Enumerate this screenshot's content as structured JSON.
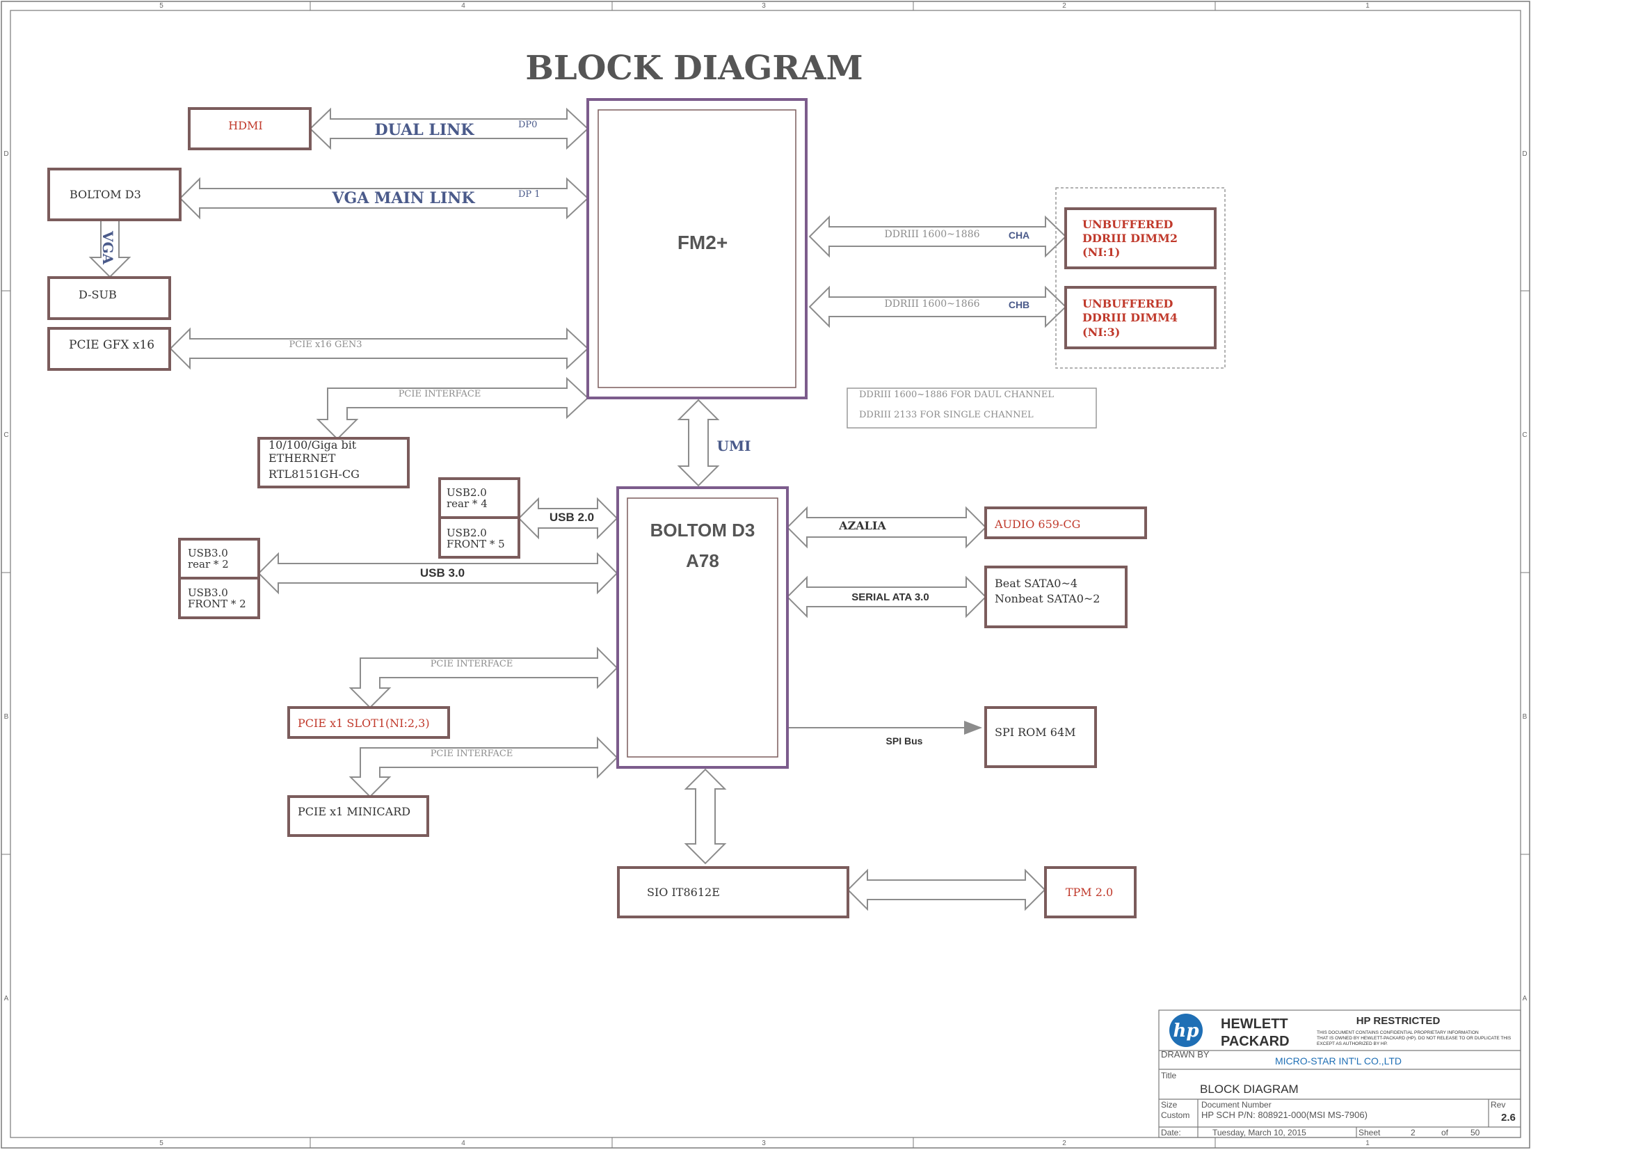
{
  "title": "BLOCK DIAGRAM",
  "border": {
    "cols_top": [
      "5",
      "4",
      "3",
      "2",
      "1"
    ],
    "cols_bottom": [
      "5",
      "4",
      "3",
      "2",
      "1"
    ],
    "rows": [
      "D",
      "C",
      "B",
      "A"
    ]
  },
  "blocks": {
    "hdmi": "HDMI",
    "boltom_vga": "BOLTOM D3",
    "dsub": "D-SUB",
    "pcie_gfx": "PCIE GFX x16",
    "ethernet": [
      "10/100/Giga bit",
      "ETHERNET",
      "RTL8151GH-CG"
    ],
    "fm2": "FM2+",
    "dimm2": [
      "UNBUFFERED",
      "DDRIII  DIMM2",
      "(NI:1)"
    ],
    "dimm4": [
      "UNBUFFERED",
      "DDRIII DIMM4",
      "(NI:3)"
    ],
    "usb2_rear": [
      "USB2.0",
      "rear * 4"
    ],
    "usb2_front": [
      "USB2.0",
      "FRONT * 5"
    ],
    "usb3_rear": [
      "USB3.0",
      "rear * 2"
    ],
    "usb3_front": [
      "USB3.0",
      "FRONT * 2"
    ],
    "fch": [
      "BOLTOM D3",
      "A78"
    ],
    "audio": "AUDIO 659-CG",
    "sata": [
      "Beat SATA0~4",
      "Nonbeat SATA0~2"
    ],
    "spi_rom": "SPI ROM 64M",
    "pcie_slot": "PCIE x1 SLOT1(NI:2,3)",
    "minicard": "PCIE x1 MINICARD",
    "sio": "SIO IT8612E",
    "tpm": "TPM 2.0"
  },
  "links": {
    "dual_link": "DUAL LINK",
    "dp0": "DP0",
    "vga_main": "VGA MAIN LINK",
    "dp1": "DP 1",
    "vga": "VGA",
    "pcie_x16": "PCIE x16 GEN3",
    "pcie_if_eth": "PCIE INTERFACE",
    "ddr_cha": "DDRIII 1600~1886",
    "cha": "CHA",
    "ddr_chb": "DDRIII 1600~1866",
    "chb": "CHB",
    "umi": "UMI",
    "usb20": "USB 2.0",
    "usb30": "USB 3.0",
    "azalia": "AZALIA",
    "sata": "SERIAL ATA 3.0",
    "pcie_if_slot": "PCIE INTERFACE",
    "pcie_if_mini": "PCIE INTERFACE",
    "spi_bus": "SPI Bus"
  },
  "notes": [
    "DDRIII 1600~1886 FOR DAUL CHANNEL",
    "DDRIII 2133 FOR SINGLE CHANNEL"
  ],
  "title_block": {
    "company_line1": "HEWLETT",
    "company_line2": "PACKARD",
    "restricted": "HP RESTRICTED",
    "notice": [
      "THIS DOCUMENT CONTAINS CONFIDENTIAL PROPRIETARY INFORMATION",
      "THAT IS OWNED BY HEWLETT-PACKARD (HP). DO NOT RELEASE TO OR DUPLICATE THIS",
      "EXCEPT AS AUTHORIZED BY HP."
    ],
    "drawn_by_label": "DRAWN BY",
    "drawn_by": "MICRO-STAR INT'L CO.,LTD",
    "title_label": "Title",
    "title": "BLOCK DIAGRAM",
    "size_label": "Size",
    "size": "Custom",
    "docnum_label": "Document Number",
    "docnum": "HP SCH P/N: 808921-000(MSI MS-7906)",
    "rev_label": "Rev",
    "rev": "2.6",
    "date_label": "Date:",
    "date": "Tuesday, March 10, 2015",
    "sheet_label": "Sheet",
    "sheet": "2",
    "of_label": "of",
    "of": "50"
  },
  "colors": {
    "box": "#7b5c5c",
    "cpu_box": "#7c5c8c",
    "arrow": "#8c8c8c",
    "label_red": "#c0392b",
    "label_blue": "#4a5a8a",
    "label_dark": "#333333",
    "hp_blue": "#1f6fb5",
    "title_gray": "#555555"
  }
}
